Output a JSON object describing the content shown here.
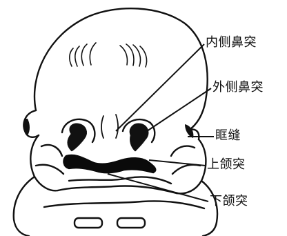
{
  "labels": {
    "medial_nasal_prominence": "内侧鼻突",
    "lateral_nasal_prominence": "外侧鼻突",
    "nasolacrimal_groove": "眶缝",
    "maxillary_prominence": "上颌突",
    "mandibular_prominence": "下颌突"
  },
  "colors": {
    "ink": "#111111",
    "background": "#ffffff",
    "opening": "#0a0a0a"
  }
}
